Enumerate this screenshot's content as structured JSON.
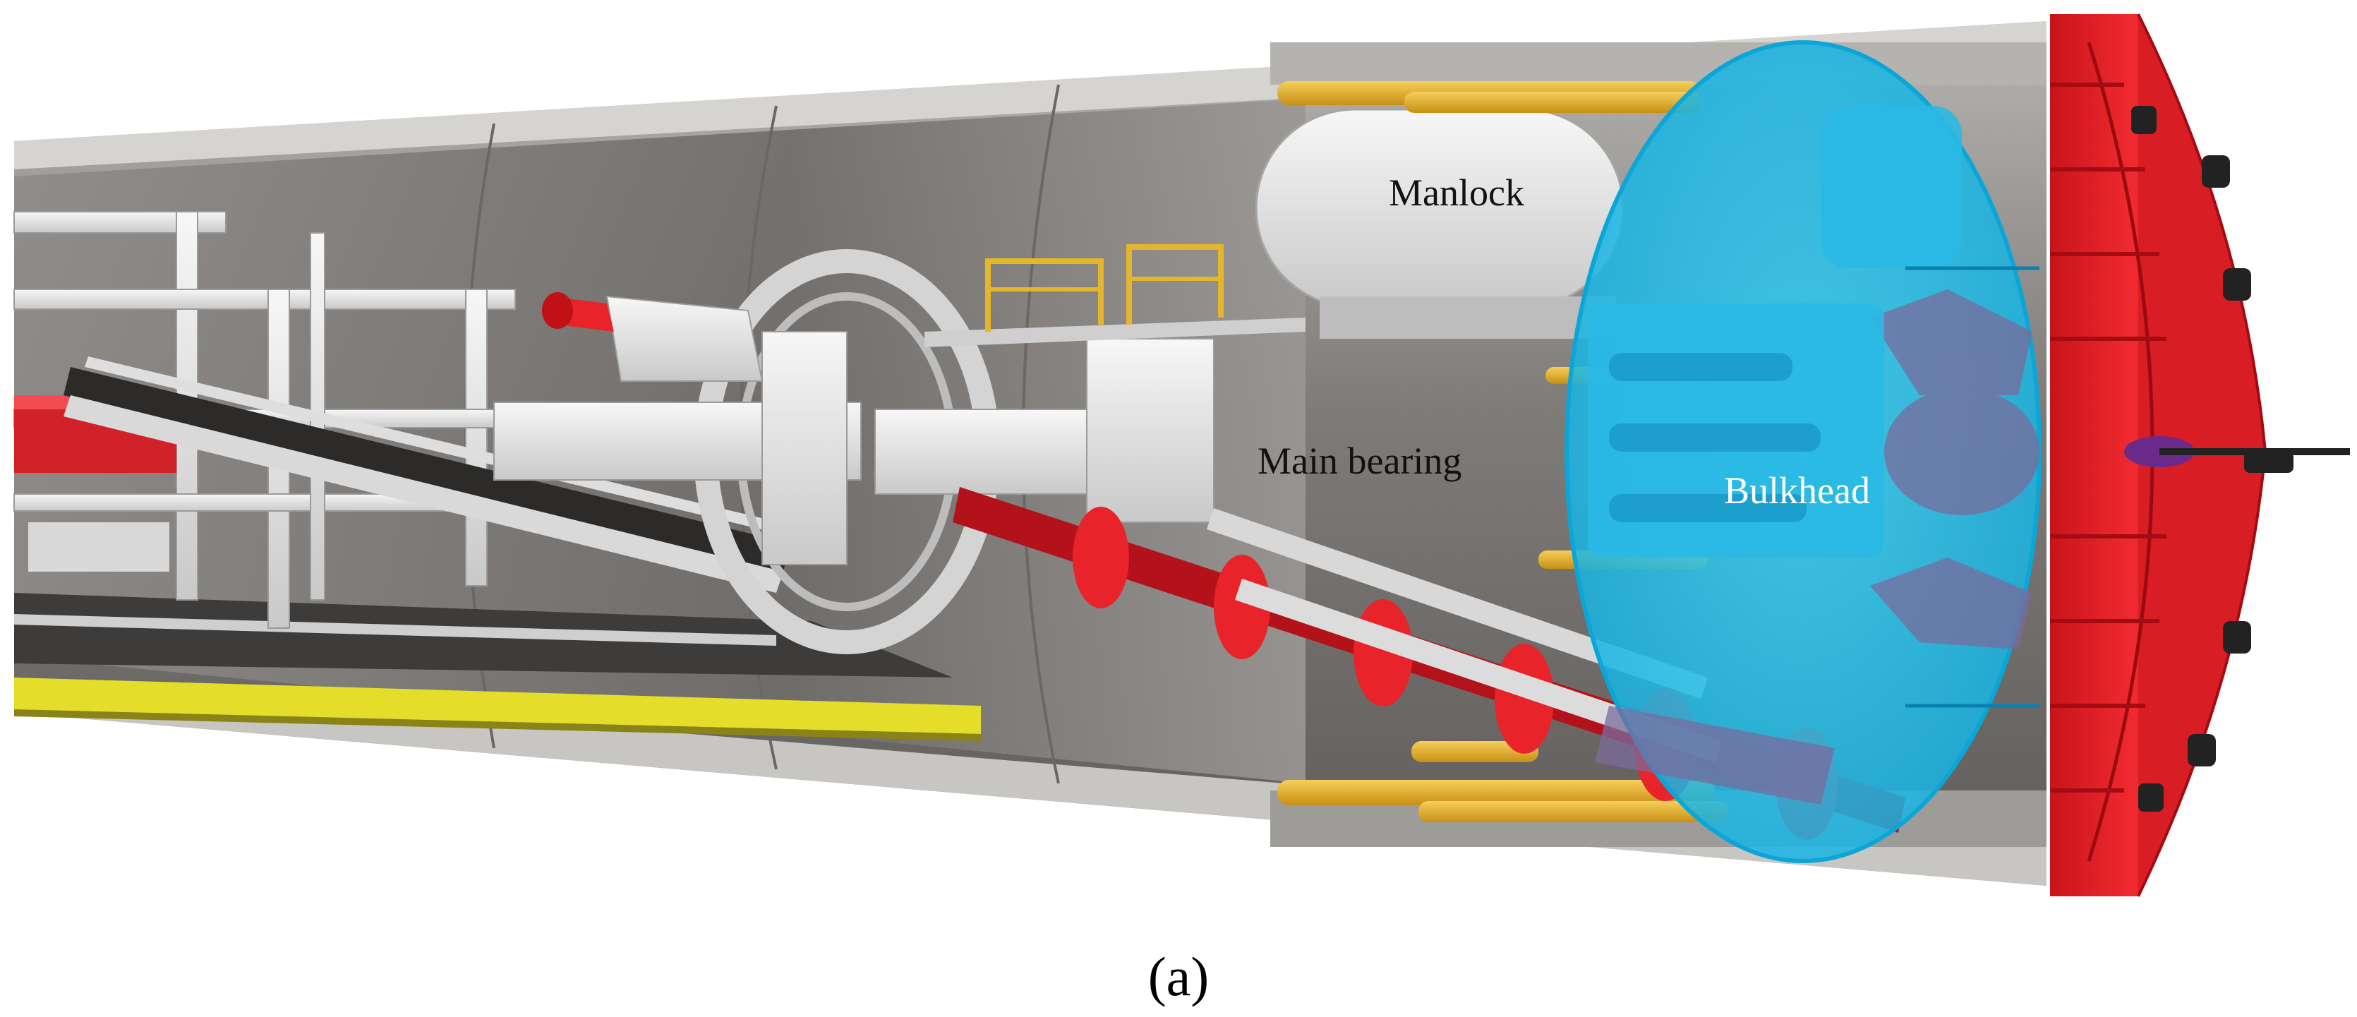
{
  "figure": {
    "labels": {
      "manlock": "Manlock",
      "main_bearing": "Main bearing",
      "bulkhead": "Bulkhead"
    },
    "caption": "(a)"
  },
  "colors": {
    "background": "#ffffff",
    "tunnel_concrete": "#8d8a87",
    "machine_white": "#e6e6e6",
    "cutterhead_red": "#e8232a",
    "screw_conveyor_red": "#e01f26",
    "jack_yellow": "#e9b532",
    "walkway_yellow": "#e6e02c",
    "bulkhead_highlight": "#1fc3ea"
  },
  "icons": [
    "tunnel-shell",
    "cutterhead",
    "screw-conveyor",
    "belt-conveyor",
    "thrust-jack",
    "erector",
    "manlock-chamber",
    "bulkhead-highlight-ellipse"
  ]
}
